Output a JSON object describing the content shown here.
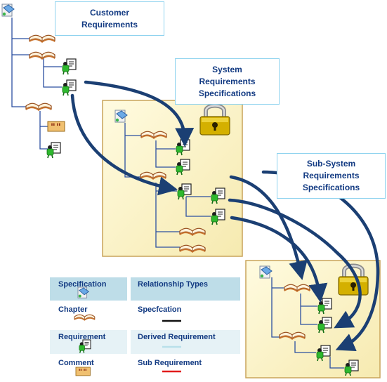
{
  "callouts": {
    "customer": [
      "Customer",
      "Requirements"
    ],
    "system": [
      "System",
      "Requirements",
      "Specifications"
    ],
    "subsystem": [
      "Sub-System",
      "Requirements",
      "Specifications"
    ]
  },
  "legend": {
    "header_left": "Specification",
    "header_right": "Relationship Types",
    "rows": [
      {
        "left": "Chapter",
        "right": "Specfcation",
        "line_color": "#111111",
        "icon": "chapter-icon"
      },
      {
        "left": "Requirement",
        "right": "Derived Requirement",
        "line_color": "#b9e0ea",
        "icon": "requirement-icon"
      },
      {
        "left": "Comment",
        "right": "Sub Requirement",
        "line_color": "#e11b1b",
        "icon": "comment-icon"
      }
    ]
  },
  "colors": {
    "arrow": "#1b3f73",
    "panel_fill": "#fbf4c8",
    "panel_border": "#c9a45a",
    "tree_line": "#2b4fa0",
    "book": "#b86a2a",
    "requirement_green": "#2eb82e",
    "lock": "#d6b400"
  }
}
